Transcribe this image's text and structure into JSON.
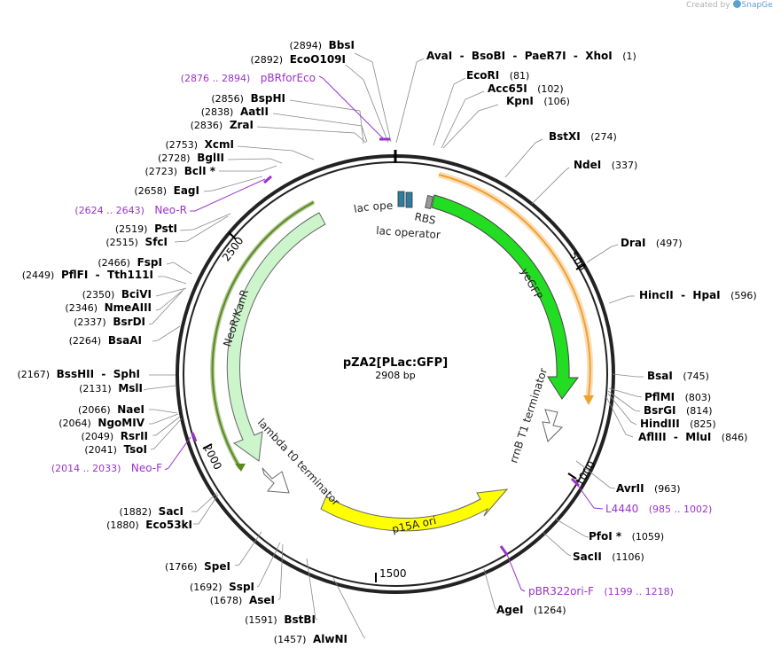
{
  "credit": {
    "prefix": "Created by",
    "brand": "SnapGene"
  },
  "map": {
    "name": "pZA2[PLac:GFP]",
    "length_label": "2908 bp",
    "total_bp": 2908
  },
  "ticks": [
    {
      "pos": 500,
      "label": "500"
    },
    {
      "pos": 1000,
      "label": "1000"
    },
    {
      "pos": 1500,
      "label": "1500"
    },
    {
      "pos": 2000,
      "label": "2000"
    },
    {
      "pos": 2500,
      "label": "2500"
    }
  ],
  "sites": [
    {
      "id": "bbsi",
      "name": "BbsI",
      "pos": "(2894)",
      "side": "R",
      "bp": 2894
    },
    {
      "id": "ecoo109i",
      "name": "EcoO109I",
      "pos": "(2892)",
      "side": "R",
      "bp": 2892
    },
    {
      "id": "ava-i",
      "name": "AvaI  -  BsoBI  -  PaeR7I  -  XhoI",
      "pos": "(1)",
      "side": "L",
      "bp": 1
    },
    {
      "id": "ecori",
      "name": "EcoRI",
      "pos": "(81)",
      "side": "L",
      "bp": 81
    },
    {
      "id": "acc65i",
      "name": "Acc65I",
      "pos": "(102)",
      "side": "L",
      "bp": 102
    },
    {
      "id": "kpni",
      "name": "KpnI",
      "pos": "(106)",
      "side": "L",
      "bp": 106
    },
    {
      "id": "bspHI",
      "name": "BspHI",
      "pos": "(2856)",
      "side": "R",
      "bp": 2856
    },
    {
      "id": "aatii",
      "name": "AatII",
      "pos": "(2838)",
      "side": "R",
      "bp": 2838
    },
    {
      "id": "zrai",
      "name": "ZraI",
      "pos": "(2836)",
      "side": "R",
      "bp": 2836
    },
    {
      "id": "bstxi",
      "name": "BstXI",
      "pos": "(274)",
      "side": "L",
      "bp": 274
    },
    {
      "id": "xcmi",
      "name": "XcmI",
      "pos": "(2753)",
      "side": "R",
      "bp": 2753
    },
    {
      "id": "bglii",
      "name": "BglII",
      "pos": "(2728)",
      "side": "R",
      "bp": 2728
    },
    {
      "id": "bcli",
      "name": "BclI *",
      "pos": "(2723)",
      "side": "R",
      "bp": 2723
    },
    {
      "id": "ndei",
      "name": "NdeI",
      "pos": "(337)",
      "side": "L",
      "bp": 337
    },
    {
      "id": "eagi",
      "name": "EagI",
      "pos": "(2658)",
      "side": "R",
      "bp": 2658
    },
    {
      "id": "psti",
      "name": "PstI",
      "pos": "(2519)",
      "side": "R",
      "bp": 2519
    },
    {
      "id": "sfci",
      "name": "SfcI",
      "pos": "(2515)",
      "side": "R",
      "bp": 2515
    },
    {
      "id": "drai",
      "name": "DraI",
      "pos": "(497)",
      "side": "L",
      "bp": 497
    },
    {
      "id": "fspi",
      "name": "FspI",
      "pos": "(2466)",
      "side": "R",
      "bp": 2466
    },
    {
      "id": "pflfi",
      "name": "PflFI  -  Tth111I",
      "pos": "(2449)",
      "side": "R",
      "bp": 2449
    },
    {
      "id": "hincii",
      "name": "HincII  -  HpaI",
      "pos": "(596)",
      "side": "L",
      "bp": 596
    },
    {
      "id": "bcivi",
      "name": "BciVI",
      "pos": "(2350)",
      "side": "R",
      "bp": 2350
    },
    {
      "id": "nmeaiii",
      "name": "NmeAIII",
      "pos": "(2346)",
      "side": "R",
      "bp": 2346
    },
    {
      "id": "bsrdi",
      "name": "BsrDI",
      "pos": "(2337)",
      "side": "R",
      "bp": 2337
    },
    {
      "id": "bsaai",
      "name": "BsaAI",
      "pos": "(2264)",
      "side": "R",
      "bp": 2264
    },
    {
      "id": "bssHII",
      "name": "BssHII  -  SphI",
      "pos": "(2167)",
      "side": "R",
      "bp": 2167
    },
    {
      "id": "msli",
      "name": "MslI",
      "pos": "(2131)",
      "side": "R",
      "bp": 2131
    },
    {
      "id": "bsai",
      "name": "BsaI",
      "pos": "(745)",
      "side": "L",
      "bp": 745
    },
    {
      "id": "pflmi",
      "name": "PflMI",
      "pos": "(803)",
      "side": "L",
      "bp": 803
    },
    {
      "id": "bsrgi",
      "name": "BsrGI",
      "pos": "(814)",
      "side": "L",
      "bp": 814
    },
    {
      "id": "hindiii",
      "name": "HindIII",
      "pos": "(825)",
      "side": "L",
      "bp": 825
    },
    {
      "id": "afliii",
      "name": "AflIII  -  MluI",
      "pos": "(846)",
      "side": "L",
      "bp": 846
    },
    {
      "id": "naei",
      "name": "NaeI",
      "pos": "(2066)",
      "side": "R",
      "bp": 2066
    },
    {
      "id": "ngomiv",
      "name": "NgoMIV",
      "pos": "(2064)",
      "side": "R",
      "bp": 2064
    },
    {
      "id": "rsrii",
      "name": "RsrII",
      "pos": "(2049)",
      "side": "R",
      "bp": 2049
    },
    {
      "id": "tsoi",
      "name": "TsoI",
      "pos": "(2041)",
      "side": "R",
      "bp": 2041
    },
    {
      "id": "avrii",
      "name": "AvrII",
      "pos": "(963)",
      "side": "L",
      "bp": 963
    },
    {
      "id": "saci",
      "name": "SacI",
      "pos": "(1882)",
      "side": "R",
      "bp": 1882
    },
    {
      "id": "eco53ki",
      "name": "Eco53kI",
      "pos": "(1880)",
      "side": "R",
      "bp": 1880
    },
    {
      "id": "pfoi",
      "name": "PfoI *",
      "pos": "(1059)",
      "side": "L",
      "bp": 1059
    },
    {
      "id": "sacii",
      "name": "SacII",
      "pos": "(1106)",
      "side": "L",
      "bp": 1106
    },
    {
      "id": "spei",
      "name": "SpeI",
      "pos": "(1766)",
      "side": "R",
      "bp": 1766
    },
    {
      "id": "sspi",
      "name": "SspI",
      "pos": "(1692)",
      "side": "R",
      "bp": 1692
    },
    {
      "id": "asei",
      "name": "AseI",
      "pos": "(1678)",
      "side": "R",
      "bp": 1678
    },
    {
      "id": "agei",
      "name": "AgeI",
      "pos": "(1264)",
      "side": "L",
      "bp": 1264
    },
    {
      "id": "bstbi",
      "name": "BstBI",
      "pos": "(1591)",
      "side": "R",
      "bp": 1591
    },
    {
      "id": "alwni",
      "name": "AlwNI",
      "pos": "(1457)",
      "side": "R",
      "bp": 1457
    }
  ],
  "primers": [
    {
      "id": "pbrforeco",
      "name": "pBRforEco",
      "range": "(2876 .. 2894)",
      "side": "R"
    },
    {
      "id": "neo-r",
      "name": "Neo-R",
      "range": "(2624 .. 2643)",
      "side": "R"
    },
    {
      "id": "neo-f",
      "name": "Neo-F",
      "range": "(2014 .. 2033)",
      "side": "R"
    },
    {
      "id": "l4440",
      "name": "L4440",
      "range": "(985 .. 1002)",
      "side": "L"
    },
    {
      "id": "pbr322ori",
      "name": "pBR322ori-F",
      "range": "(1199 .. 1218)",
      "side": "L"
    }
  ],
  "features": [
    {
      "id": "yegfp",
      "name": "yeGFP",
      "color": "#22dd22"
    },
    {
      "id": "neokan",
      "name": "NeoR/KanR",
      "color": "#ccf5cc"
    },
    {
      "id": "p15a",
      "name": "p15A ori",
      "color": "#ffff00"
    },
    {
      "id": "lacop1",
      "name": "lac operator",
      "color": "#2f7ea0"
    },
    {
      "id": "lacop2",
      "name": "lac operator",
      "color": "#2f7ea0"
    },
    {
      "id": "rbs",
      "name": "RBS",
      "color": "#999999"
    },
    {
      "id": "rrnb",
      "name": "rrnB T1 terminator",
      "color": "#ffffff"
    },
    {
      "id": "lambda",
      "name": "lambda t0 terminator",
      "color": "#ffffff"
    }
  ],
  "colors": {
    "primer": "#9933cc",
    "orf_outline": "#f0a030",
    "neo_outline": "#5a8a20",
    "backbone": "#222222"
  }
}
